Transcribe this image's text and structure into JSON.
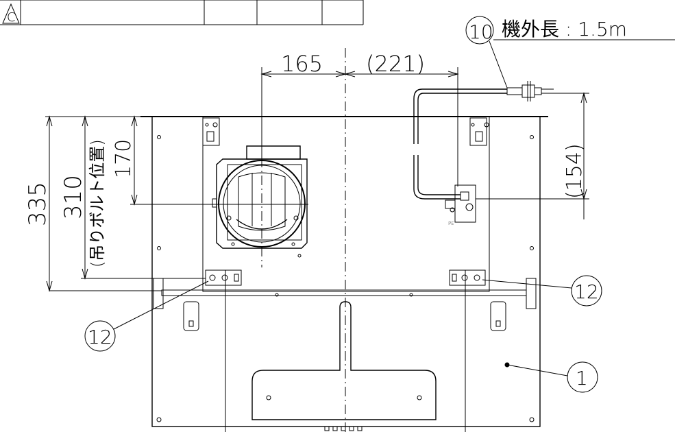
{
  "revision_block": {
    "mark": "C"
  },
  "dimensions": {
    "left_offset": "165",
    "right_offset": "(221)",
    "total_height": "335",
    "bolt_height": "310",
    "bolt_note": "(吊りボルト位置)",
    "duct_center_height": "170",
    "cord_height": "(154)"
  },
  "callouts": {
    "cord_number": "10",
    "cord_label": "機外長 : 1.5m",
    "hanger_left_number": "12",
    "hanger_right_number": "12",
    "body_number": "1"
  },
  "small_labels": {
    "ground": "PE"
  }
}
